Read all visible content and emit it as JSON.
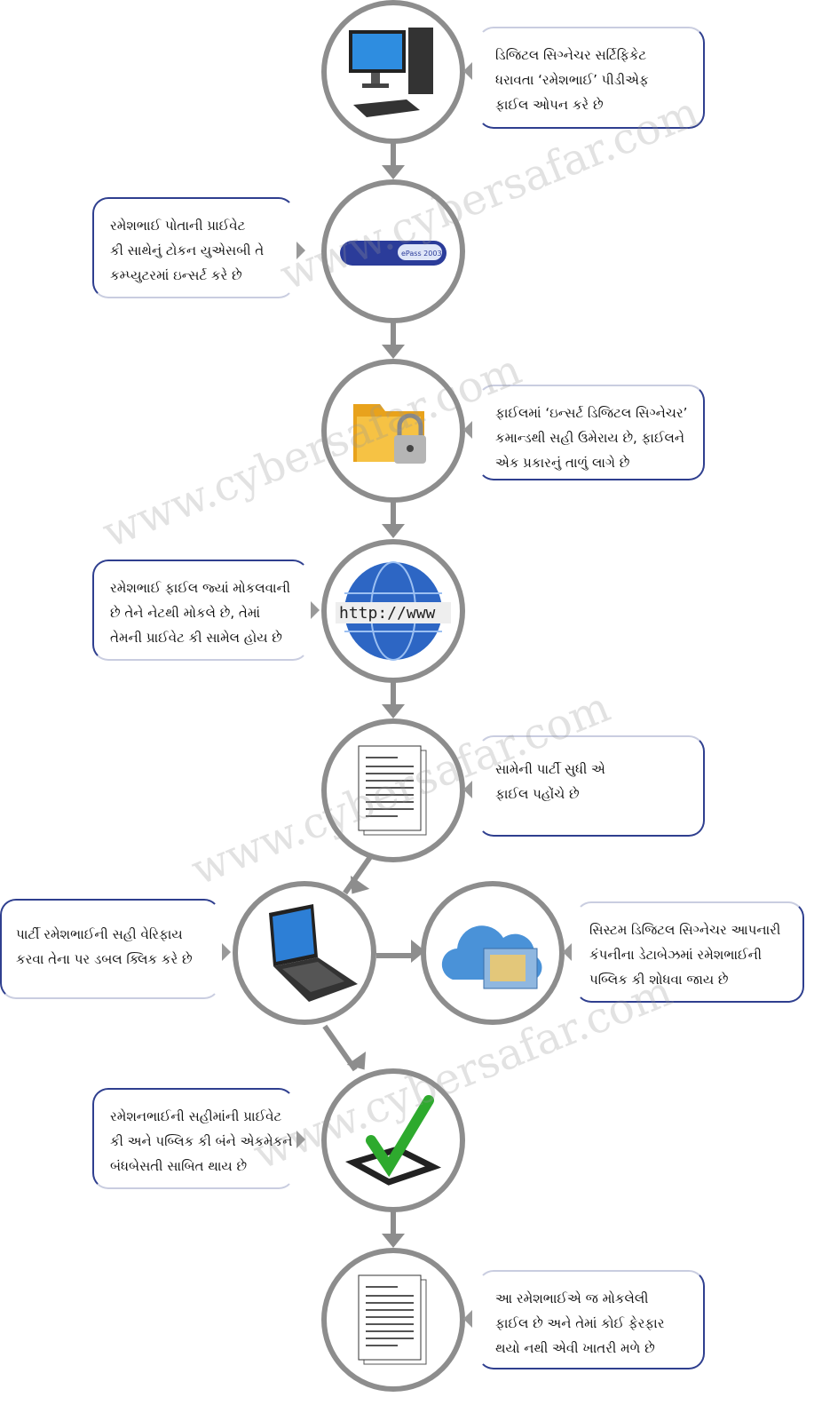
{
  "watermark": "www.cybersafar.com",
  "steps": [
    {
      "icon": "desktop-computer",
      "lines": [
        "ડિજિટલ સિગ્નેચર સર્ટિફિકેટ",
        "ધરાવતા ‘રમેશભાઈ’ પીડીએફ",
        "ફાઈલ ઓપન કરે છે"
      ]
    },
    {
      "icon": "usb-token",
      "token_label": "ePass 2003",
      "lines": [
        "રમેશભાઈ પોતાની પ્રાઈવેટ",
        "કી સાથેનું ટોકન યુએસબી તે",
        "કમ્પ્યુટરમાં ઇન્સર્ટ કરે છે"
      ]
    },
    {
      "icon": "locked-folder",
      "lines": [
        "ફાઈલમાં ‘ઇન્સર્ટ ડિજિટલ સિગ્નેચર’",
        "કમાન્ડથી સહી ઉમેરાય છે, ફાઈલને",
        "એક પ્રકારનું તાળું લાગે છે"
      ]
    },
    {
      "icon": "globe-http",
      "globe_label": "http://www",
      "lines": [
        "રમેશભાઈ ફાઈલ જ્યાં મોકલવાની",
        "છે તેને નેટથી મોકલે છે, તેમાં",
        "તેમની પ્રાઈવેટ કી સામેલ હોય છે"
      ]
    },
    {
      "icon": "document",
      "lines": [
        "સામેની પાર્ટી સુધી એ",
        "ફાઈલ પહોંચે છે"
      ]
    },
    {
      "icon": "laptop",
      "lines": [
        "પાર્ટી રમેશભાઈની સહી વેરિફાય",
        "કરવા તેના પર ડબલ ક્લિક કરે છે"
      ]
    },
    {
      "icon": "cloud-database",
      "lines": [
        "સિસ્ટમ ડિજિટલ સિગ્નેચર આપનારી",
        "કંપનીના ડેટાબેઝમાં રમેશભાઈની",
        "પબ્લિક કી શોધવા જાય છે"
      ]
    },
    {
      "icon": "checkmark",
      "lines": [
        "રમેશનભાઈની સહીમાંની પ્રાઈવેટ",
        "કી અને પબ્લિક કી બંને એકમેકને",
        "બંધબેસતી સાબિત થાય છે"
      ]
    },
    {
      "icon": "document",
      "lines": [
        "આ રમેશભાઈએ જ મોકલેલી",
        "ફાઈલ છે અને તેમાં કોઈ ફેરફાર",
        "થયો નથી એવી ખાતરી મળે છે"
      ]
    }
  ]
}
